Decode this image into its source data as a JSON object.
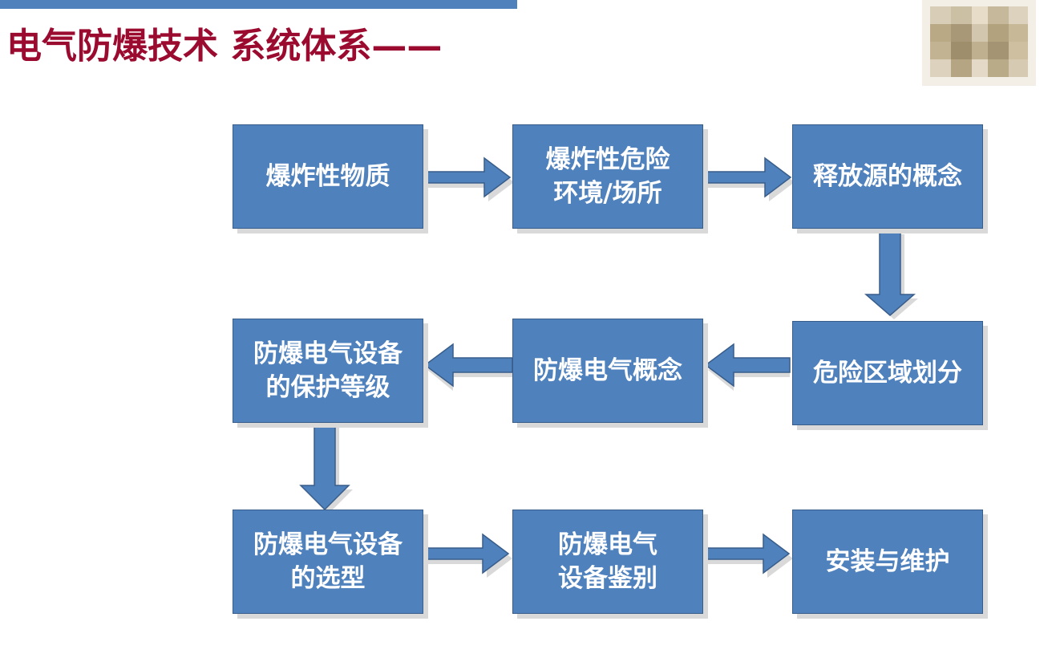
{
  "slide": {
    "title": "电气防爆技术 系统体系——"
  },
  "colors": {
    "accent_bar": "#4f81bd",
    "title": "#9b0a2f",
    "box_fill": "#4f81bd",
    "box_border": "#385d8a",
    "box_text": "#ffffff"
  },
  "logo": {
    "icon": "pixelated-logo-icon"
  },
  "flow": {
    "steps": [
      "爆炸性物质",
      "爆炸性危险\n环境/场所",
      "释放源的概念",
      "危险区域划分",
      "防爆电气概念",
      "防爆电气设备\n的保护等级",
      "防爆电气设备\n的选型",
      "防爆电气\n设备鉴别",
      "安装与维护"
    ]
  }
}
